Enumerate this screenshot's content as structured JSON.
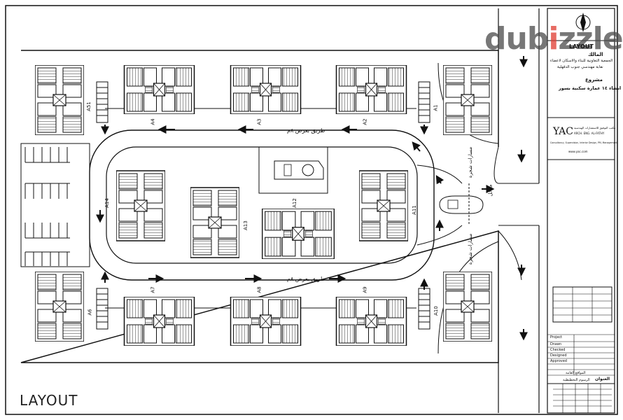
{
  "watermark": {
    "brand": "dubizzle",
    "brand_dot_color": "#e03a2f"
  },
  "caption": "LAYOUT",
  "title_block": {
    "sheet_title": "LAYOUT",
    "owner_label": "المالك",
    "owner_lines": [
      "الجمعية التعاونية للبناء والاسكان لاعضاء",
      "نقابة مهندسي جنوب الدقهلية"
    ],
    "project_label": "مشروع",
    "project_name": "انشاء ١٤ عمارة سكنية بسور",
    "office_name": "مكتب التوفيق للاستشارات الهندسية",
    "office_abbr": "YAC",
    "office_engineer": "ARCH. ENG. AL-FATHY",
    "office_services": "Consultancy, Supervision, Interior Design, PM, Management",
    "office_site": "www.yac.com",
    "rows": [
      "Project",
      "Drawn",
      "Checked",
      "Designed",
      "Approved"
    ],
    "bottom_label": "العنوان",
    "bottom_lines": [
      "المواقع العامة",
      "الرسوم التخطيطية"
    ]
  },
  "buildings": {
    "top_row": [
      "A4",
      "A3",
      "A2"
    ],
    "top_corners": [
      "A51",
      "A1"
    ],
    "bottom_row": [
      "A7",
      "A8",
      "A9"
    ],
    "bottom_corners": [
      "A6",
      "A10"
    ],
    "inner": [
      "A14",
      "A13",
      "A12",
      "A11"
    ]
  },
  "roads": {
    "top_road": "طريق بعرض ٨م",
    "bottom_road": "طريق بعرض ٨م",
    "entry_upper": "مسارات شجرة",
    "entry_lower": "مسارات شجرة",
    "entry_label": "مدخل"
  },
  "colors": {
    "line": "#1a1a1a",
    "fill_light": "#ffffff",
    "hatch": "#444444"
  }
}
